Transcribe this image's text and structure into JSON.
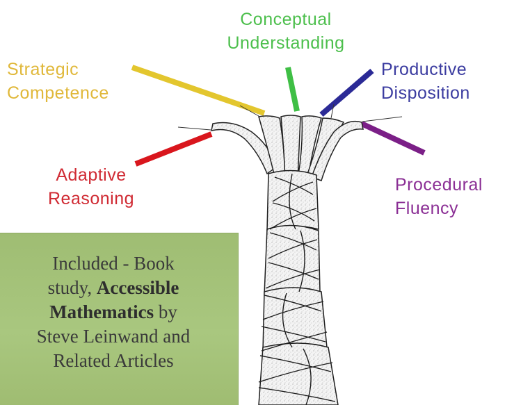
{
  "strands": {
    "conceptual": {
      "line1": "Conceptual",
      "line2": "Understanding",
      "color": "#3fbf45"
    },
    "strategic": {
      "line1": "Strategic",
      "line2": "Competence",
      "color": "#e3c62e"
    },
    "productive": {
      "line1": "Productive",
      "line2": "Disposition",
      "color": "#2b2a96"
    },
    "adaptive": {
      "line1": "Adaptive",
      "line2": "Reasoning",
      "color": "#d9161d"
    },
    "procedural": {
      "line1": "Procedural",
      "line2": "Fluency",
      "color": "#7b1f87"
    }
  },
  "label_colors": {
    "conceptual": "#4cbf4c",
    "strategic": "#e0b83a",
    "productive": "#3b3ca0",
    "adaptive": "#d02a33",
    "procedural": "#8b2f95"
  },
  "note": {
    "line1": "Included - Book",
    "line2_a": "study, ",
    "line2_b": "Accessible",
    "line3_a": "Mathematics",
    "line3_b": " by",
    "line4_a": "Steve Leinwand",
    "line4_b": " and",
    "line5": "Related Articles",
    "bg": "#a3c178"
  }
}
